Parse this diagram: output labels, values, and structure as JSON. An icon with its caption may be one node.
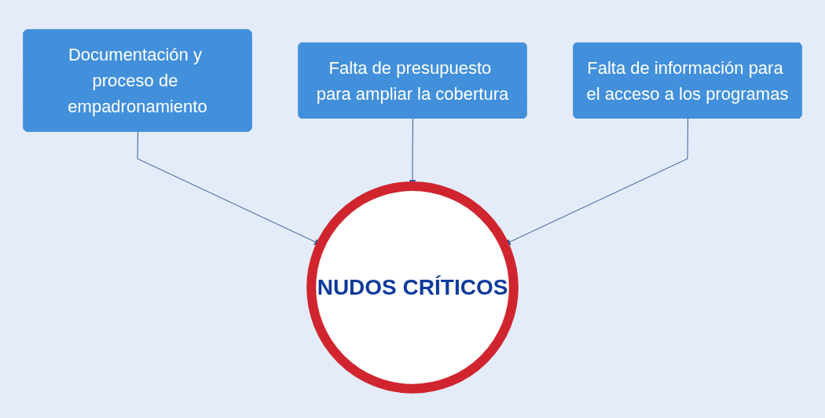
{
  "diagram": {
    "nodes": [
      {
        "text": [
          "Documentación y proceso de empadronamiento"
        ]
      },
      {
        "text": [
          "Falta de presupuesto para ampliar la cobertura"
        ]
      },
      {
        "text": [
          "Falta de información para el acceso a los programas"
        ]
      },
      {
        "text": [
          "NUDOS CRÍTICOS"
        ]
      }
    ],
    "edges": [
      {
        "from": 0,
        "to": 3,
        "arrow": "to"
      },
      {
        "from": 1,
        "to": 3,
        "arrow": "to"
      },
      {
        "from": 2,
        "to": 3,
        "arrow": "to"
      }
    ]
  }
}
